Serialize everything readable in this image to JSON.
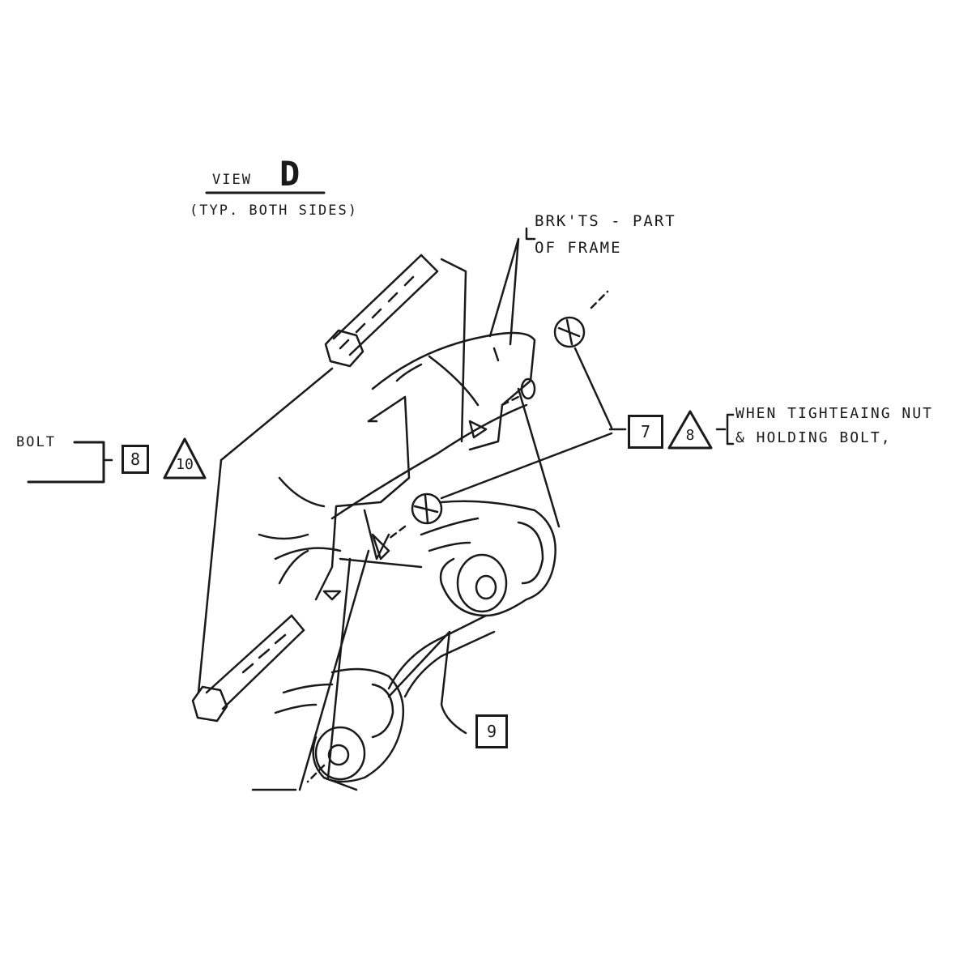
{
  "title": {
    "view": "VIEW",
    "letter": "D",
    "subtitle": "(TYP. BOTH SIDES)"
  },
  "callouts": {
    "brackets": [
      "BRK'TS - PART",
      "OF FRAME"
    ],
    "bolt": {
      "label": "BOLT",
      "box": "8",
      "triangle": "10"
    },
    "nut": {
      "box": "7",
      "triangle": "8",
      "note": [
        "WHEN TIGHTEAING NUT",
        "& HOLDING BOLT,"
      ]
    },
    "part": {
      "box": "9"
    }
  }
}
